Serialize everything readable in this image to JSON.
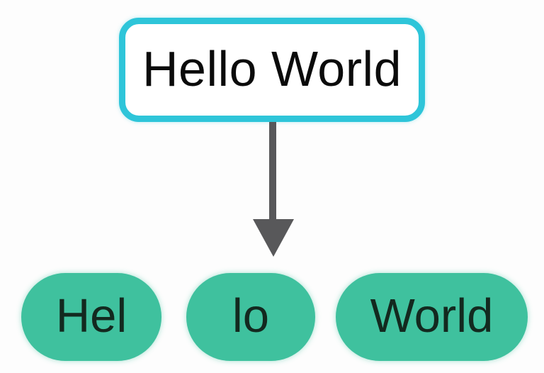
{
  "diagram": {
    "root_node": {
      "label": "Hello World"
    },
    "child_nodes": [
      {
        "label": "Hel"
      },
      {
        "label": "lo"
      },
      {
        "label": "World"
      }
    ],
    "connector": {
      "type": "arrow-down",
      "from": "root_node",
      "to": "child_nodes"
    },
    "colors": {
      "background": "#fdfdfd",
      "root_border": "#2ec5d9",
      "root_fill": "#ffffff",
      "root_text": "#0b0b0b",
      "child_fill": "#3fc19e",
      "child_text": "#13291f",
      "arrow": "#58585a"
    }
  }
}
